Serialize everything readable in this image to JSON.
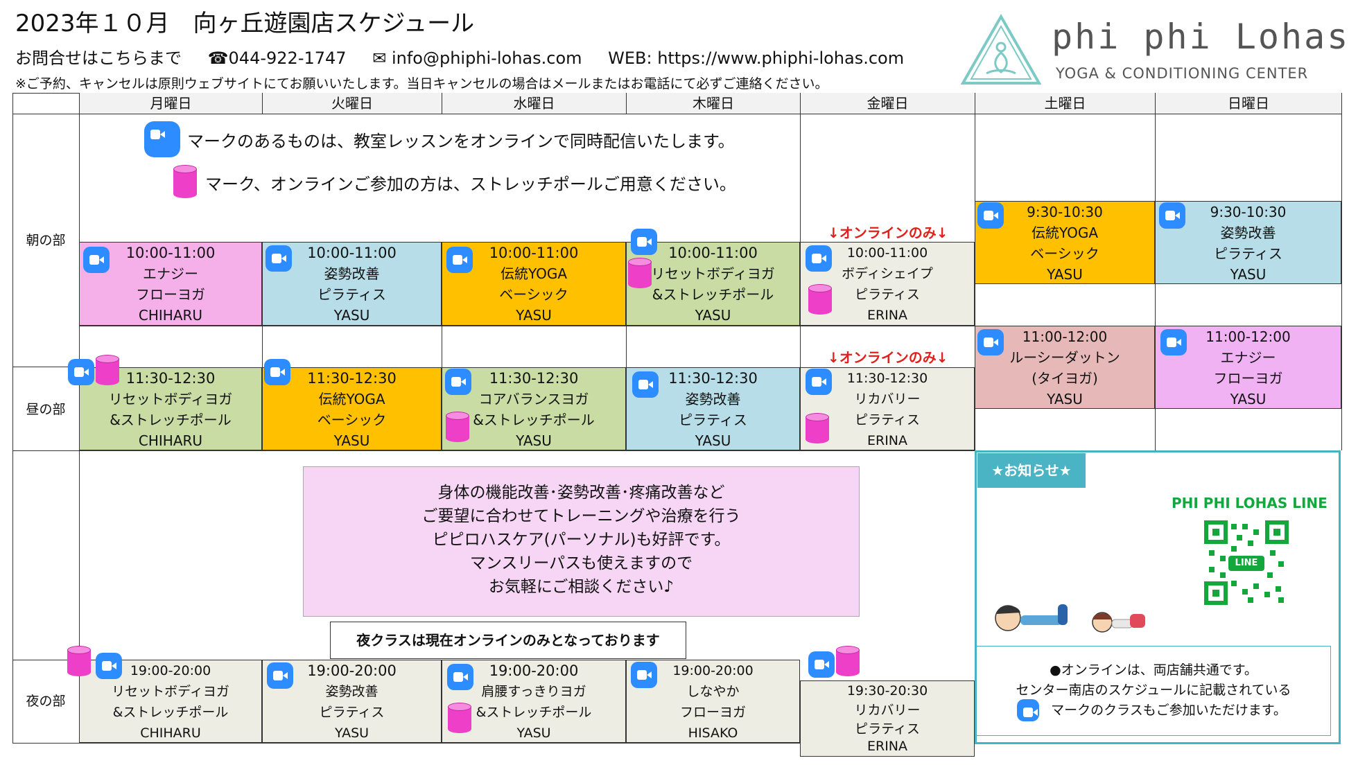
{
  "header": {
    "title": "2023年１０月　向ヶ丘遊園店スケジュール",
    "contact_label": "お問合せはこちらまで",
    "phone": "☎044-922-1747",
    "email": "✉ info@phiphi-lohas.com",
    "web": "WEB: https://www.phiphi-lohas.com",
    "note": "※ご予約、キャンセルは原則ウェブサイトにてお願いいたします。当日キャンセルの場合はメールまたはお電話にて必ずご連絡ください。"
  },
  "logo": {
    "name": "phi phi Lohas",
    "subtitle": "YOGA & CONDITIONING CENTER"
  },
  "days": [
    "月曜日",
    "火曜日",
    "水曜日",
    "木曜日",
    "金曜日",
    "土曜日",
    "日曜日"
  ],
  "periods": {
    "morning": "朝の部",
    "noon": "昼の部",
    "night": "夜の部"
  },
  "legend": {
    "zoom_text": "マークのあるものは、教室レッスンをオンラインで同時配信いたします。",
    "pole_text": "マーク、オンラインご参加の方は、ストレッチポールご用意ください。"
  },
  "online_only": "↓オンラインのみ↓",
  "classes": {
    "mon_am": {
      "time": "10:00-11:00",
      "l1": "エナジー",
      "l2": "フローヨガ",
      "teacher": "CHIHARU"
    },
    "tue_am": {
      "time": "10:00-11:00",
      "l1": "姿勢改善",
      "l2": "ピラティス",
      "teacher": "YASU"
    },
    "wed_am": {
      "time": "10:00-11:00",
      "l1": "伝統YOGA",
      "l2": "ベーシック",
      "teacher": "YASU"
    },
    "thu_am": {
      "time": "10:00-11:00",
      "l1": "リセットボディヨガ",
      "l2": "&ストレッチポール",
      "teacher": "YASU"
    },
    "fri_am": {
      "time": "10:00-11:00",
      "l1": "ボディシェイプ",
      "l2": "ピラティス",
      "teacher": "ERINA"
    },
    "sat_am": {
      "time": "9:30-10:30",
      "l1": "伝統YOGA",
      "l2": "ベーシック",
      "teacher": "YASU"
    },
    "sun_am": {
      "time": "9:30-10:30",
      "l1": "姿勢改善",
      "l2": "ピラティス",
      "teacher": "YASU"
    },
    "sat_am2": {
      "time": "11:00-12:00",
      "l1": "ルーシーダットン",
      "l2": "(タイヨガ)",
      "teacher": "YASU"
    },
    "sun_am2": {
      "time": "11:00-12:00",
      "l1": "エナジー",
      "l2": "フローヨガ",
      "teacher": "YASU"
    },
    "mon_noon": {
      "time": "11:30-12:30",
      "l1": "リセットボディヨガ",
      "l2": "&ストレッチポール",
      "teacher": "CHIHARU"
    },
    "tue_noon": {
      "time": "11:30-12:30",
      "l1": "伝統YOGA",
      "l2": "ベーシック",
      "teacher": "YASU"
    },
    "wed_noon": {
      "time": "11:30-12:30",
      "l1": "コアバランスヨガ",
      "l2": "&ストレッチポール",
      "teacher": "YASU"
    },
    "thu_noon": {
      "time": "11:30-12:30",
      "l1": "姿勢改善",
      "l2": "ピラティス",
      "teacher": "YASU"
    },
    "fri_noon": {
      "time": "11:30-12:30",
      "l1": "リカバリー",
      "l2": "ピラティス",
      "teacher": "ERINA"
    },
    "mon_night": {
      "time": "19:00-20:00",
      "l1": "リセットボディヨガ",
      "l2": "&ストレッチポール",
      "teacher": "CHIHARU"
    },
    "tue_night": {
      "time": "19:00-20:00",
      "l1": "姿勢改善",
      "l2": "ピラティス",
      "teacher": "YASU"
    },
    "wed_night": {
      "time": "19:00-20:00",
      "l1": "肩腰すっきりヨガ",
      "l2": "&ストレッチポール",
      "teacher": "YASU"
    },
    "thu_night": {
      "time": "19:00-20:00",
      "l1": "しなやか",
      "l2": "フローヨガ",
      "teacher": "HISAKO"
    },
    "fri_night": {
      "time": "19:30-20:30",
      "l1": "リカバリー",
      "l2": "ピラティス",
      "teacher": "ERINA"
    }
  },
  "promo": [
    "身体の機能改善･姿勢改善･疼痛改善など",
    "ご要望に合わせてトレーニングや治療を行う",
    "ピピロハスケア(パーソナル)も好評です。",
    "マンスリーパスも使えますので",
    "お気軽にご相談ください♪"
  ],
  "night_note": "夜クラスは現在オンラインのみとなっております",
  "news": {
    "badge": "★お知らせ★",
    "line_label": "PHI PHI LOHAS LINE",
    "qr_text": "LINE",
    "lines": [
      "●オンラインは、両店舗共通です。",
      "センター南店のスケジュールに記載されている",
      "マークのクラスもご参加いただけます。"
    ]
  },
  "colors": {
    "pink": "#f5b0ea",
    "blue": "#b7dde8",
    "orange": "#ffc000",
    "green": "#c8dca4",
    "beige": "#eeede4",
    "rose": "#e6b8b8",
    "violet": "#f0b2f2",
    "zoom": "#2d8cff",
    "pole": "#ee3fc8",
    "online_red": "#e0201b",
    "news_teal": "#44b3c2",
    "line_green": "#14a83c"
  }
}
